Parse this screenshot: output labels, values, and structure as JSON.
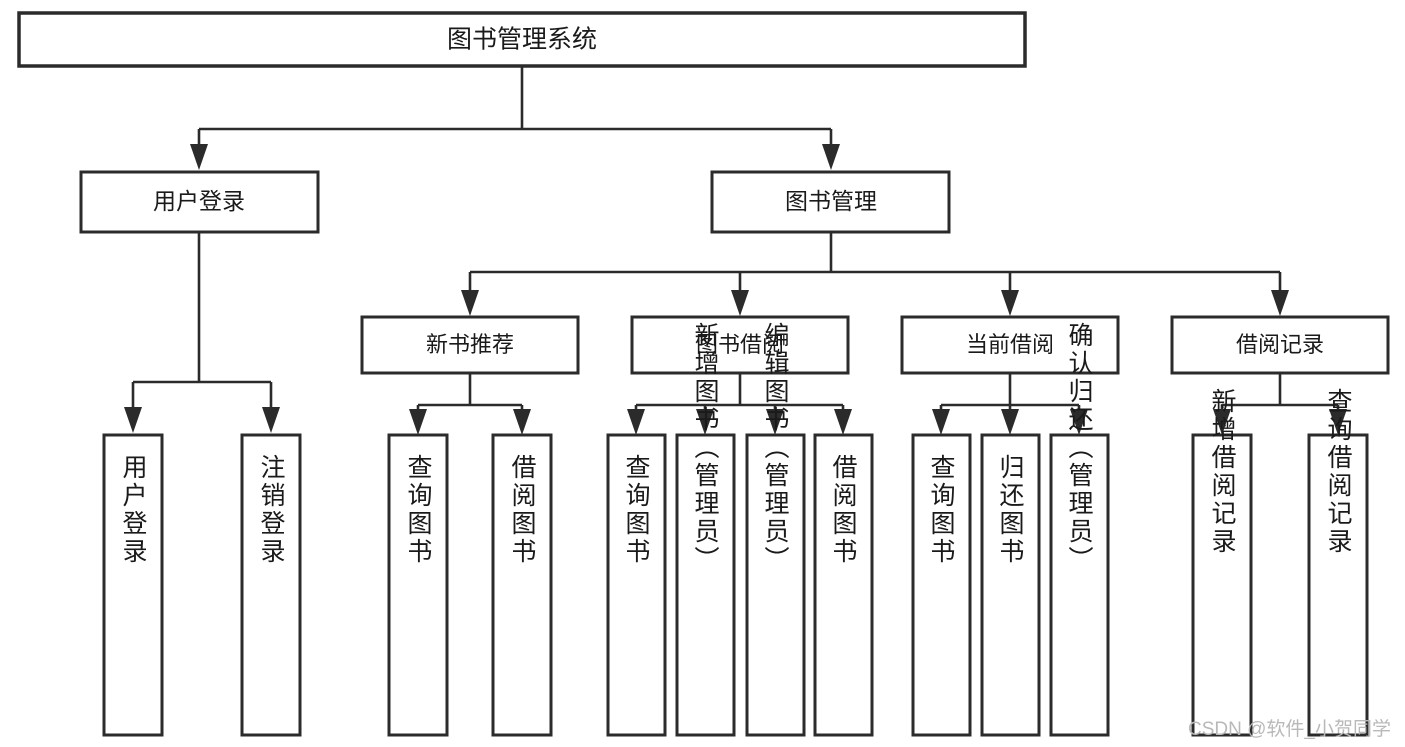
{
  "diagram": {
    "type": "hierarchy-tree",
    "title": "图书管理系统",
    "root": {
      "label": "图书管理系统"
    },
    "level2": [
      {
        "label": "用户登录"
      },
      {
        "label": "图书管理"
      }
    ],
    "level3": [
      {
        "label": "新书推荐"
      },
      {
        "label": "图书借阅"
      },
      {
        "label": "当前借阅"
      },
      {
        "label": "借阅记录"
      }
    ],
    "leaves": {
      "user_login": [
        "用户登录",
        "注销登录"
      ],
      "new_book_recommend": [
        "查询图书",
        "借阅图书"
      ],
      "book_borrow": [
        "查询图书",
        "新增图书（管理员）",
        "编辑图书（管理员）",
        "借阅图书"
      ],
      "current_borrow": [
        "查询图书",
        "归还图书",
        "确认归还（管理员）"
      ],
      "borrow_record": [
        "新增借阅记录",
        "查询借阅记录"
      ]
    }
  },
  "watermark": {
    "text": "CSDN @软件_小贺同学"
  },
  "colors": {
    "background": "#ffffff",
    "box_stroke": "#2b2b2b",
    "box_fill": "#ffffff",
    "text": "#1a1a1a",
    "watermark": "#b9b9b9"
  }
}
